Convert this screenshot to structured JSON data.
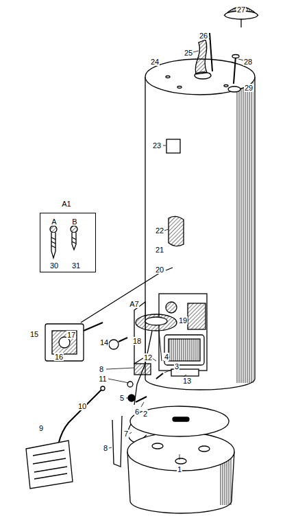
{
  "diagram": {
    "nodes": [
      {
        "text": [
          "A1",
          "A",
          "B",
          "30",
          "31"
        ]
      }
    ],
    "labels": [
      "27",
      "26",
      "25",
      "28",
      "24",
      "29",
      "23",
      "22",
      "21",
      "20",
      "19",
      "A7",
      "15",
      "17",
      "14",
      "18",
      "16",
      "12",
      "4",
      "13",
      "3",
      "8",
      "11",
      "5",
      "6",
      "10",
      "2",
      "9",
      "7",
      "8",
      "1"
    ]
  }
}
